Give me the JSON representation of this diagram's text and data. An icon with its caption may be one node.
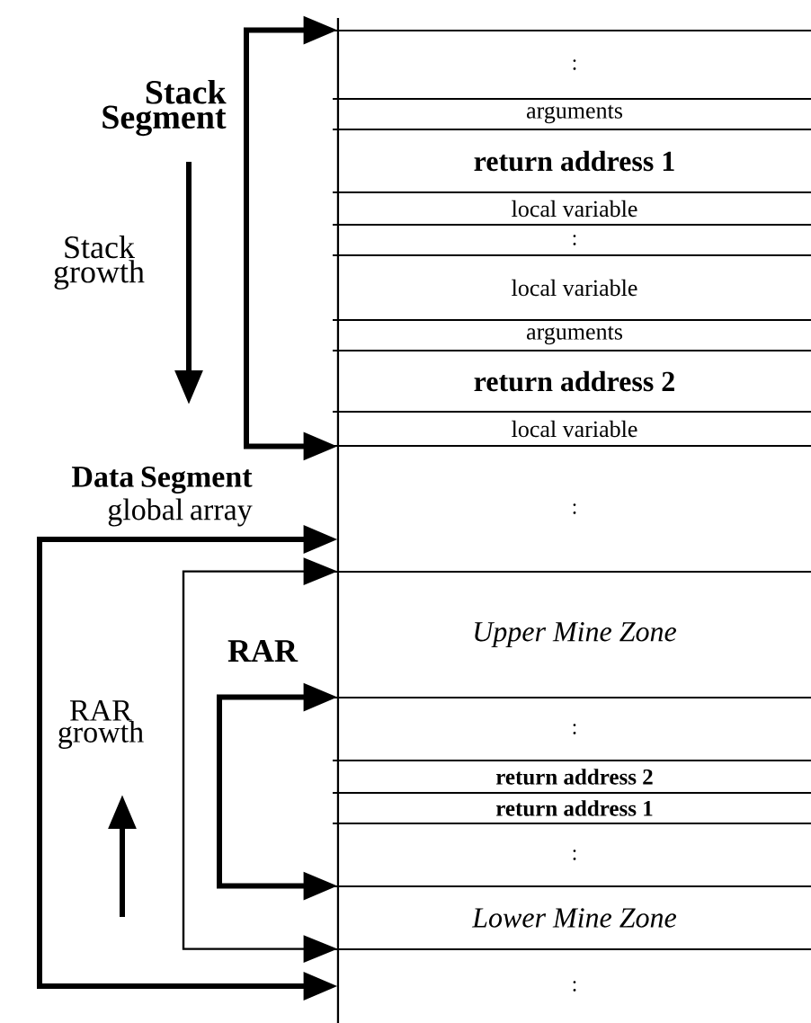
{
  "diagram": {
    "nodes": [
      {
        "text": [
          ":"
        ]
      },
      {
        "text": [
          "arguments"
        ]
      },
      {
        "text": [
          "return address 1"
        ]
      },
      {
        "text": [
          "local variable"
        ]
      },
      {
        "text": [
          ":"
        ]
      },
      {
        "text": [
          "local variable"
        ]
      },
      {
        "text": [
          "arguments"
        ]
      },
      {
        "text": [
          "return address 2"
        ]
      },
      {
        "text": [
          "local variable"
        ]
      },
      {
        "text": [
          ":"
        ]
      },
      {
        "text": [
          "Upper Mine Zone"
        ]
      },
      {
        "text": [
          ":"
        ]
      },
      {
        "text": [
          "return address 2"
        ]
      },
      {
        "text": [
          "return address 1"
        ]
      },
      {
        "text": [
          ":"
        ]
      },
      {
        "text": [
          "Lower Mine Zone"
        ]
      },
      {
        "text": [
          ":"
        ]
      }
    ],
    "edges": [
      {
        "from": 0,
        "to": 8,
        "arrow": "both"
      },
      {
        "from": 9,
        "to": 16,
        "arrow": "both"
      },
      {
        "from": 10,
        "to": 16,
        "arrow": "both"
      },
      {
        "from": 11,
        "to": 15,
        "arrow": "both"
      }
    ],
    "labels": [
      "Stack Segment",
      "Stack growth",
      "Data Segment",
      "global array",
      "RAR",
      "RAR growth"
    ]
  }
}
